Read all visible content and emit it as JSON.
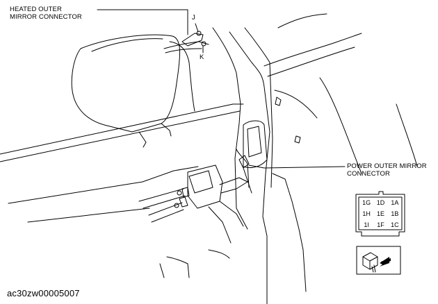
{
  "labels": {
    "heated_outer_mirror_connector": [
      "HEATED OUTER",
      "MIRROR CONNECTOR"
    ],
    "j": "J",
    "k": "K",
    "power_outer_mirror_connector": [
      "POWER OUTER MIRROR",
      "CONNECTOR"
    ]
  },
  "connector_pins": [
    "1G",
    "1D",
    "1A",
    "1H",
    "1E",
    "1B",
    "1I",
    "1F",
    "1C"
  ],
  "caption": "ac30zw00005007"
}
